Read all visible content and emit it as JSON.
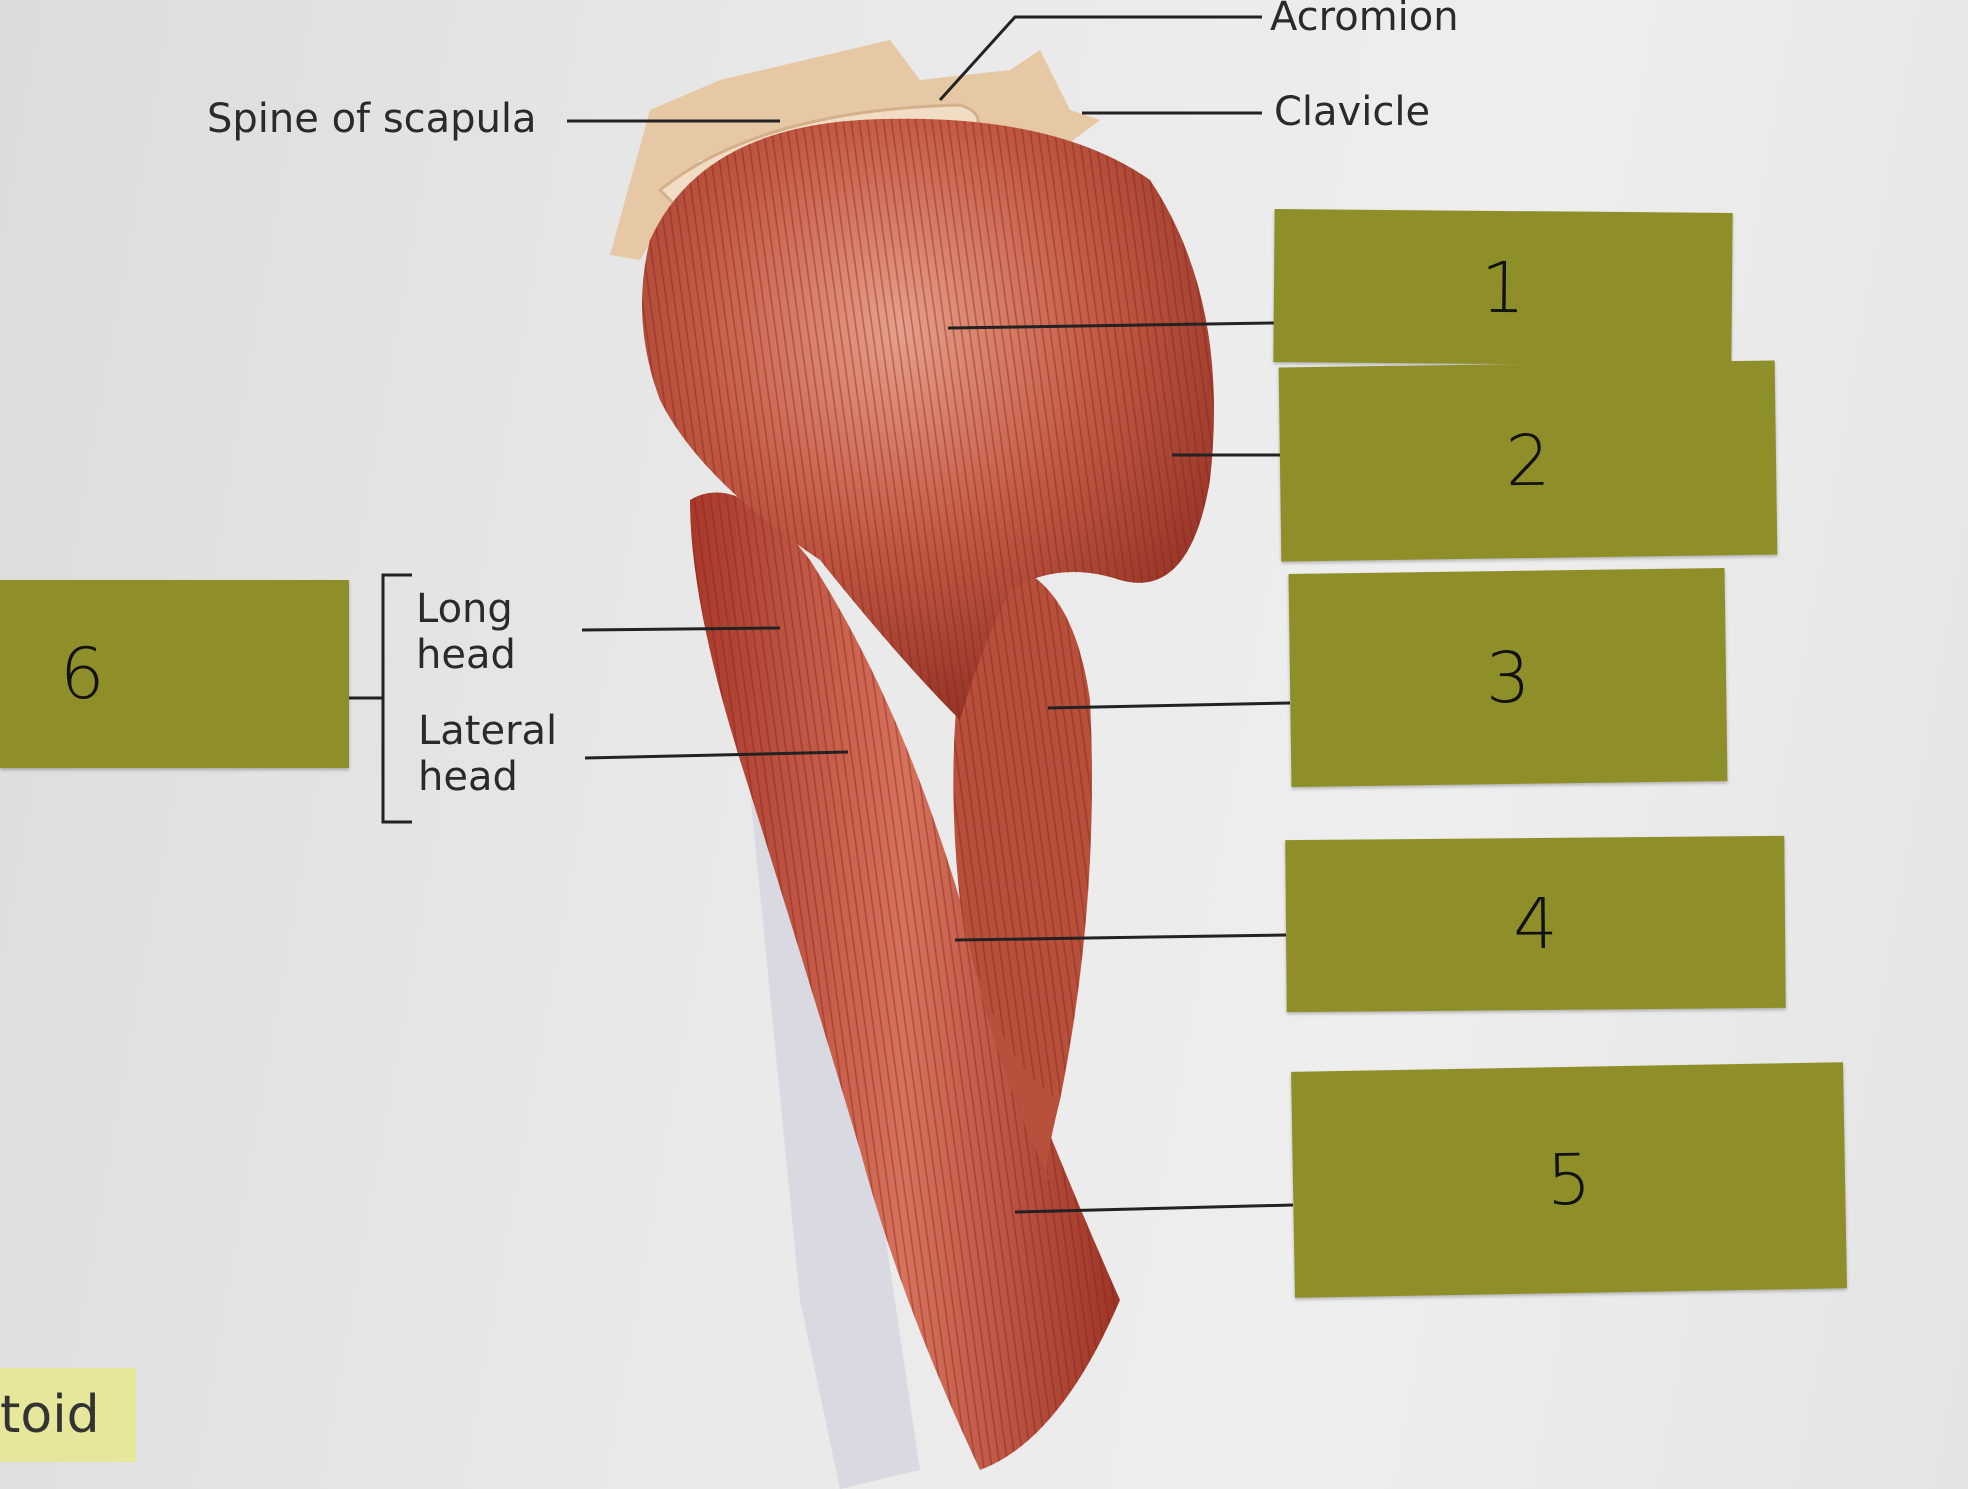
{
  "labels": {
    "acromion": "Acromion",
    "clavicle": "Clavicle",
    "spine_of_scapula": "Spine of scapula",
    "long_head": "Long head",
    "lateral_head": "Lateral head"
  },
  "sticky_notes": [
    "1",
    "2",
    "3",
    "4",
    "5",
    "6"
  ],
  "partial_label": "toid",
  "colors": {
    "note": "#8f8f2a",
    "muscle": "#b84a3a",
    "tendon": "#d8d8e0",
    "bone": "#e9c9a6"
  }
}
